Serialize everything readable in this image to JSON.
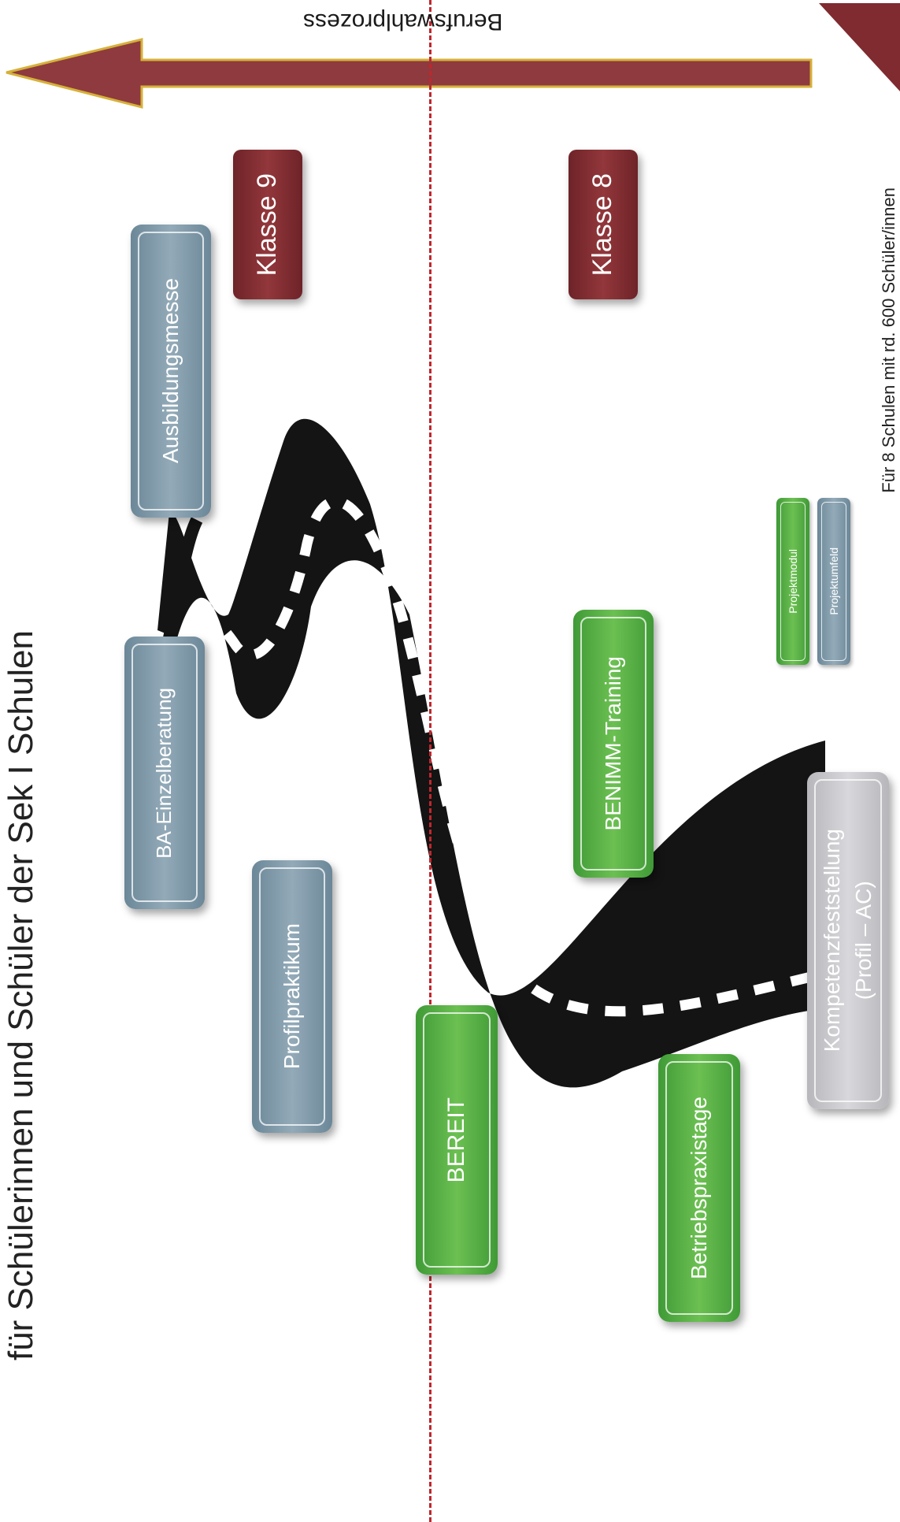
{
  "header": {
    "title": "für Schülerinnen und Schüler der Sek I Schulen"
  },
  "arrow": {
    "label": "Berufswahlprozess"
  },
  "footer": {
    "note": "Für 8 Schulen mit rd. 600 Schüler/innen"
  },
  "grades": {
    "klasse9": "Klasse 9",
    "klasse8": "Klasse 8"
  },
  "modules": {
    "ausbildungsmesse": "Ausbildungsmesse",
    "ba_einzelberatung": "BA-Einzelberatung",
    "profilpraktikum": "Profilpraktikum",
    "bereit": "BEREIT",
    "benimm_training": "BENIMM-Training",
    "betriebspraxistage": "Betriebspraxistage",
    "kompetenz_line1": "Kompetenzfeststellung",
    "kompetenz_line2": "(Profil – AC)"
  },
  "legend": {
    "projektmodul": "Projektmodul",
    "projektumfeld": "Projektumfeld"
  },
  "colors": {
    "green": "#5cb346",
    "blue_gray": "#7f9aaa",
    "light_gray": "#c8c8cc",
    "maroon": "#7f2b30",
    "arrow_fill": "#8e3a3e",
    "arrow_outline": "#d6b13a",
    "dashed_line": "#c0272d",
    "road": "#141414"
  }
}
